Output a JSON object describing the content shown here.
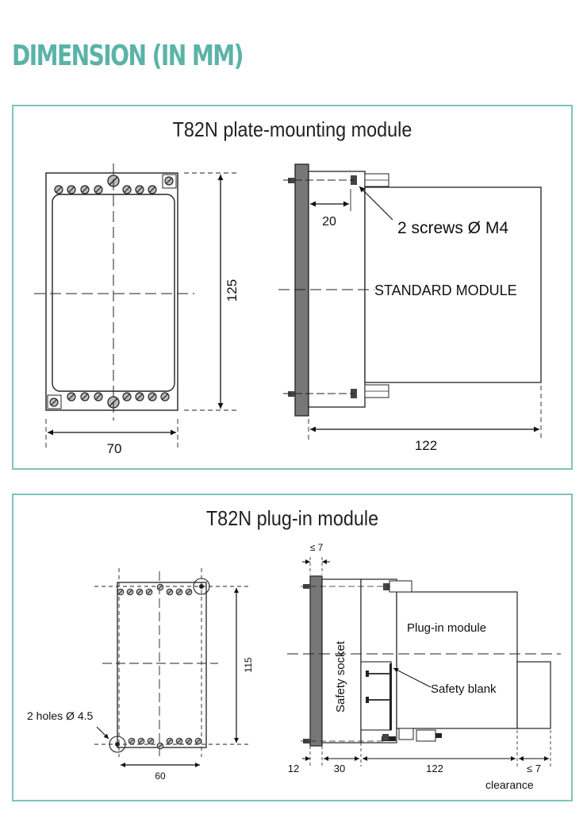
{
  "heading": "DIMENSION (IN MM)",
  "colors": {
    "accent": "#5bb3a8",
    "frame": "#7cc4bb",
    "plate": "#777777"
  },
  "plate_module": {
    "title": "T82N plate-mounting module",
    "width": "70",
    "height": "125",
    "offset": "20",
    "depth": "122",
    "screws_label": "2 screws Ø M4",
    "module_label": "STANDARD MODULE"
  },
  "plugin_module": {
    "title": "T82N plug-in module",
    "gap": "≤ 7",
    "width": "60",
    "height": "115",
    "holes_label": "2 holes Ø 4.5",
    "socket_label": "Safety socket",
    "module_label": "Plug-in module",
    "blank_label": "Safety blank",
    "dim_12": "12",
    "dim_30": "30",
    "dim_122": "122",
    "dim_clear": "≤ 7",
    "clearance_label": "clearance"
  }
}
